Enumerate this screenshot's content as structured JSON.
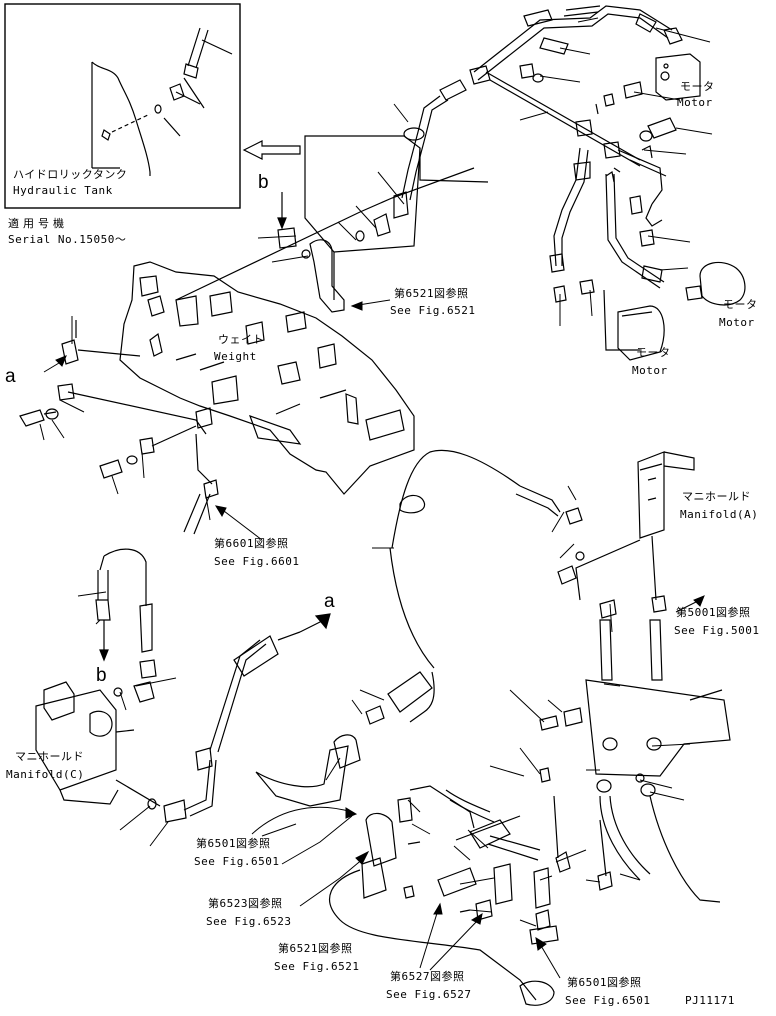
{
  "inset": {
    "label_jp": "ハイドロリックタンク",
    "label_en": "Hydraulic Tank"
  },
  "serial": {
    "label_jp": "適用号機",
    "label_en": "Serial No.15050～"
  },
  "components": {
    "motor_jp": "モータ",
    "motor_en": "Motor",
    "weight_jp": "ウェイト",
    "weight_en": "Weight",
    "manifold_a_jp": "マニホールド",
    "manifold_a_en": "Manifold(A)",
    "manifold_c_jp": "マニホールド",
    "manifold_c_en": "Manifold(C)"
  },
  "callouts": {
    "a": "a",
    "b": "b"
  },
  "refs": {
    "r6521_top_jp": "第6521図参照",
    "r6521_top_en": "See Fig.6521",
    "r6601_jp": "第6601図参照",
    "r6601_en": "See Fig.6601",
    "r5001_jp": "第5001図参照",
    "r5001_en": "See Fig.5001",
    "r6501_jp": "第6501図参照",
    "r6501_en": "See Fig.6501",
    "r6523_jp": "第6523図参照",
    "r6523_en": "See Fig.6523",
    "r6521_jp": "第6521図参照",
    "r6521_en": "See Fig.6521",
    "r6527_jp": "第6527図参照",
    "r6527_en": "See Fig.6527",
    "r6501b_jp": "第6501図参照",
    "r6501b_en": "See Fig.6501"
  },
  "drawing_id": "PJ11171"
}
